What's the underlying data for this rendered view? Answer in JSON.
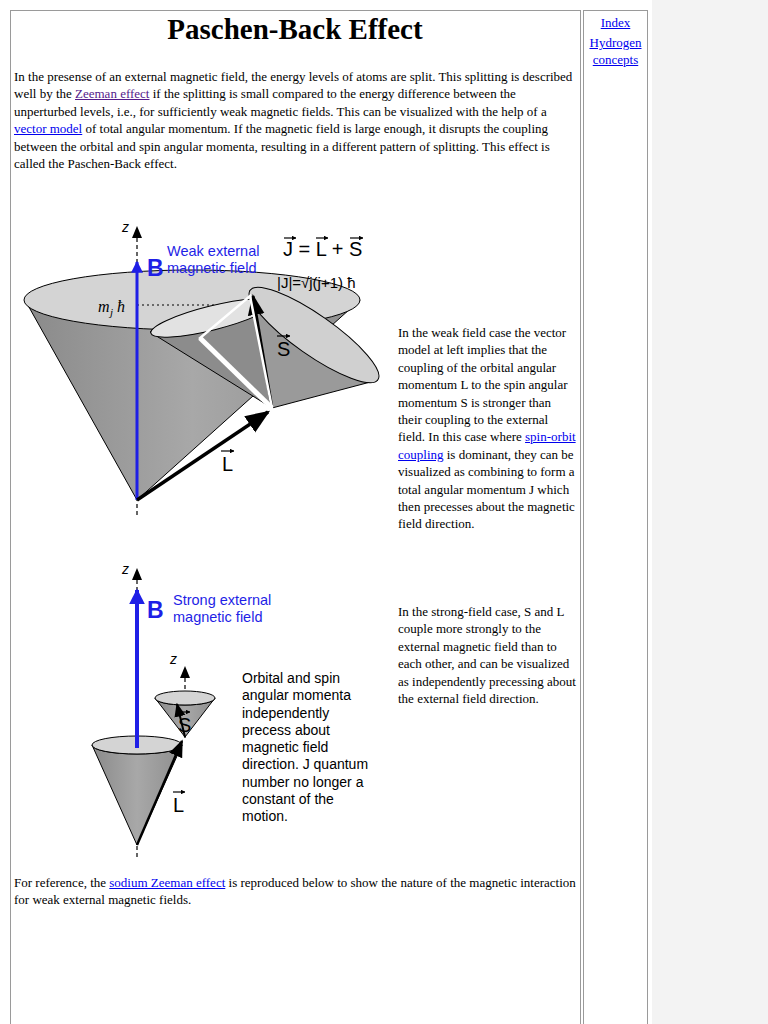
{
  "diagram": {
    "title": "Paschen-Back Effect",
    "nodes": [
      {
        "text": [
          "Index",
          "Hydrogen concepts"
        ]
      }
    ],
    "labels": [
      "In the presense of an external magnetic field, the energy levels of atoms are split. This splitting is described well by the ",
      "Zeeman effect",
      " if the splitting is small compared to the energy difference between the unperturbed levels, i.e., for sufficiently weak magnetic fields. This can be visualized with the help of a ",
      "vector model",
      " of total angular momentum. If the magnetic field is large enough, it disrupts the coupling between the orbital and spin angular momenta, resulting in a different pattern of splitting. This effect is called the Paschen-Back effect.",
      "z",
      "B",
      "Weak external magnetic field",
      "J = L + S",
      "|J|=√j(j+1) ħ",
      "m",
      "j",
      "ħ",
      "S",
      "L",
      "In the weak field case the vector model at left implies that the coupling of the orbital angular momentum L to the spin angular momentum S is stronger than their coupling to the external field. In this case where ",
      "spin-orbit coupling",
      " is dominant, they can be visualized as combining to form a total angular momentum J which then precesses about the magnetic field direction.",
      "In the strong-field case, S and L couple more strongly to the external magnetic field than to each other, and can be visualized as independently precessing about the external field direction.",
      "z",
      "B",
      "Strong external magnetic field",
      "z",
      "S",
      "L",
      "Orbital and spin angular momenta independently precess about magnetic field direction. J quantum number no longer a constant of the motion.",
      "For reference, the ",
      "sodium Zeeman effect",
      " is reproduced below to show the nature of the magnetic interaction for weak external magnetic fields."
    ]
  }
}
